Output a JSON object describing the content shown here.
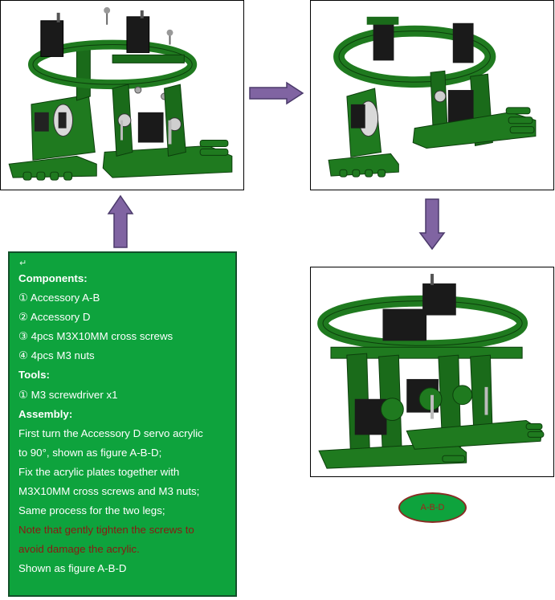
{
  "steps": {
    "title": "Components:",
    "components": [
      "① Accessory A-B",
      "② Accessory D",
      "③ 4pcs M3X10MM cross screws",
      "④ 4pcs M3 nuts"
    ],
    "tools_title": "Tools:",
    "tools": [
      "① M3 screwdriver x1"
    ],
    "assembly_title": "Assembly:",
    "assembly_lines": [
      "First turn the Accessory D servo acrylic",
      "to 90°, shown as figure A-B-D;",
      "Fix the acrylic plates together with",
      "M3X10MM cross screws and M3 nuts;",
      "Same process for the two legs;"
    ],
    "note_lines": [
      "Note that gently tighten the screws to",
      "avoid damage the acrylic."
    ],
    "final_line": "Shown as figure A-B-D",
    "paragraph_mark": "↵"
  },
  "figure_label": "A-B-D",
  "colors": {
    "box_green": "#0ea33d",
    "arrow_purple": "#8064a2",
    "acrylic_green": "#1f7a1f",
    "note_red": "#8a1a13"
  }
}
